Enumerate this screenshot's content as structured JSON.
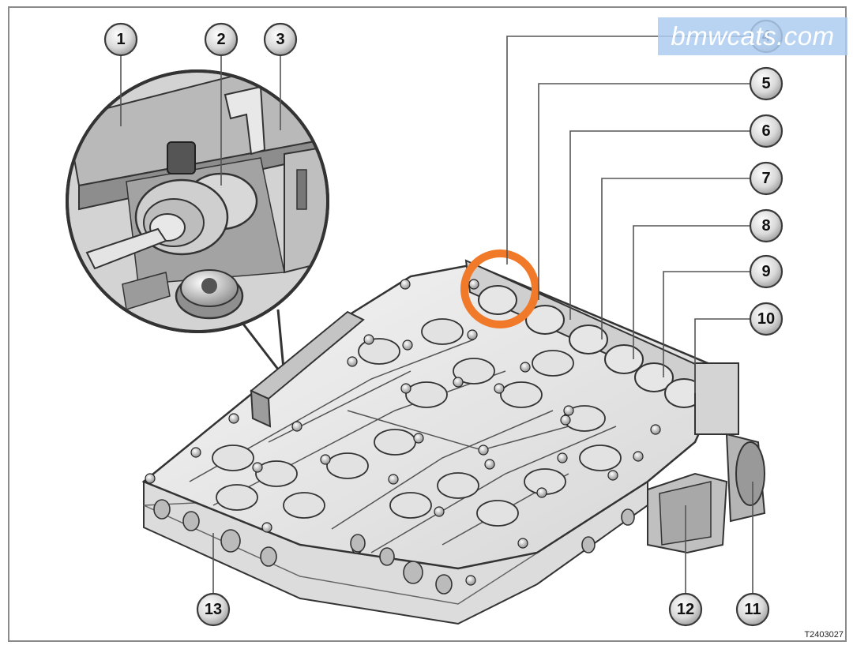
{
  "watermark": "bmwcats.com",
  "figure_code": "T2403027",
  "callouts": [
    "1",
    "2",
    "3",
    "4",
    "5",
    "6",
    "7",
    "8",
    "9",
    "10",
    "11",
    "12",
    "13"
  ],
  "highlight_color": "#f07a2a",
  "colors": {
    "part_fill": "#e9e9e9",
    "line": "#333333",
    "callout_fill": "#d8d8d8"
  }
}
